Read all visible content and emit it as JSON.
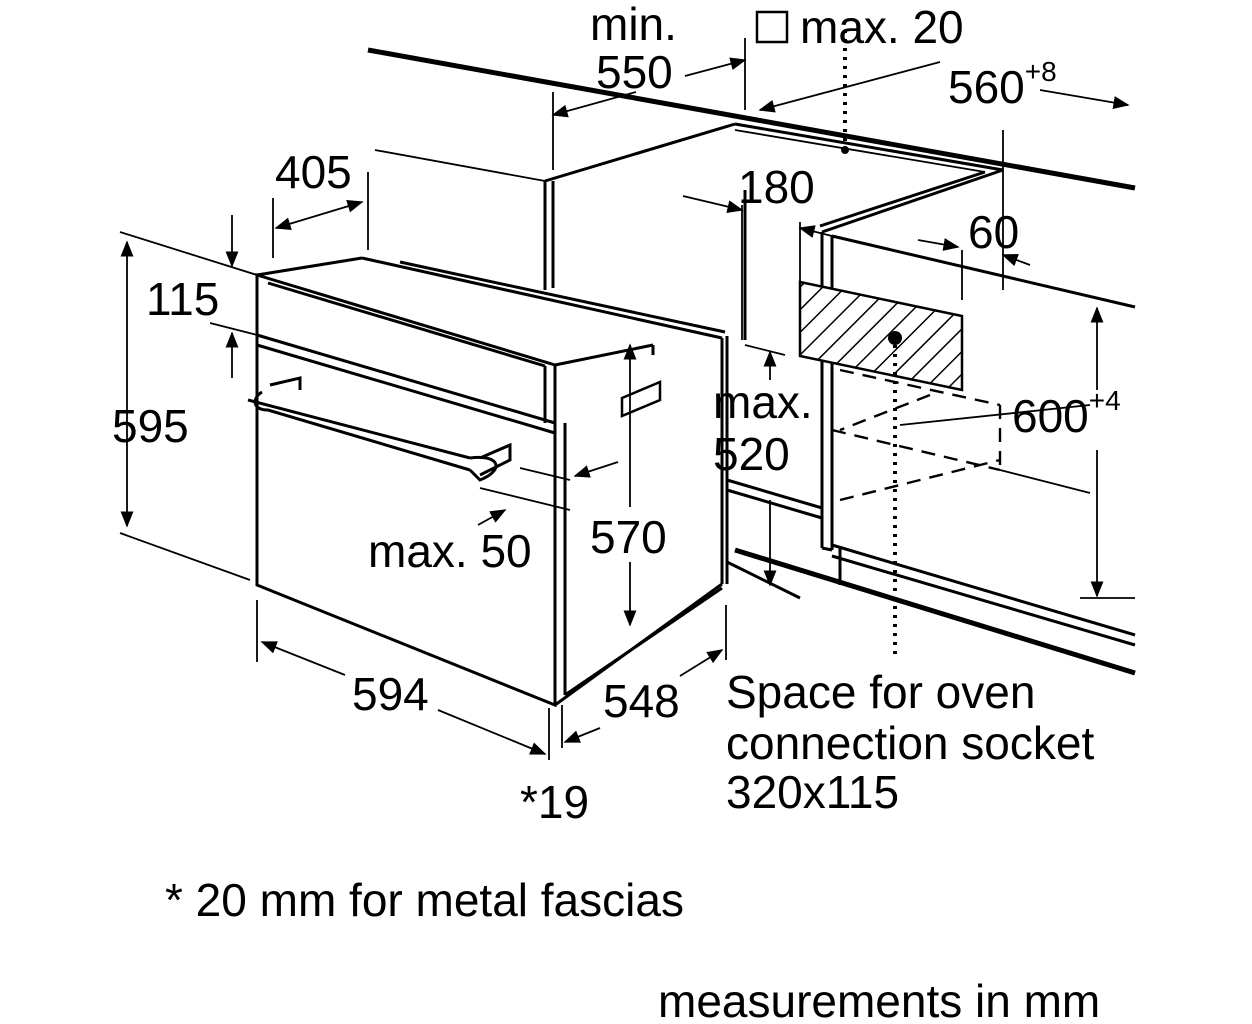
{
  "labels": {
    "min": "min.",
    "d550": "550",
    "max20": "max. 20",
    "d560": "560",
    "d560_tol": "+8",
    "d405": "405",
    "d180": "180",
    "d60": "60",
    "d115": "115",
    "d595": "595",
    "max_a": "max.",
    "d520": "520",
    "d600": "600",
    "d600_tol": "+4",
    "max50": "max. 50",
    "d570": "570",
    "d594": "594",
    "d548": "548",
    "star19": "*19",
    "socket_line1": "Space for oven",
    "socket_line2": "connection socket",
    "socket_line3": "320x115"
  },
  "footnote": "* 20 mm for metal fascias",
  "units_note": "measurements in mm",
  "colors": {
    "line": "#000000",
    "background": "#ffffff"
  }
}
